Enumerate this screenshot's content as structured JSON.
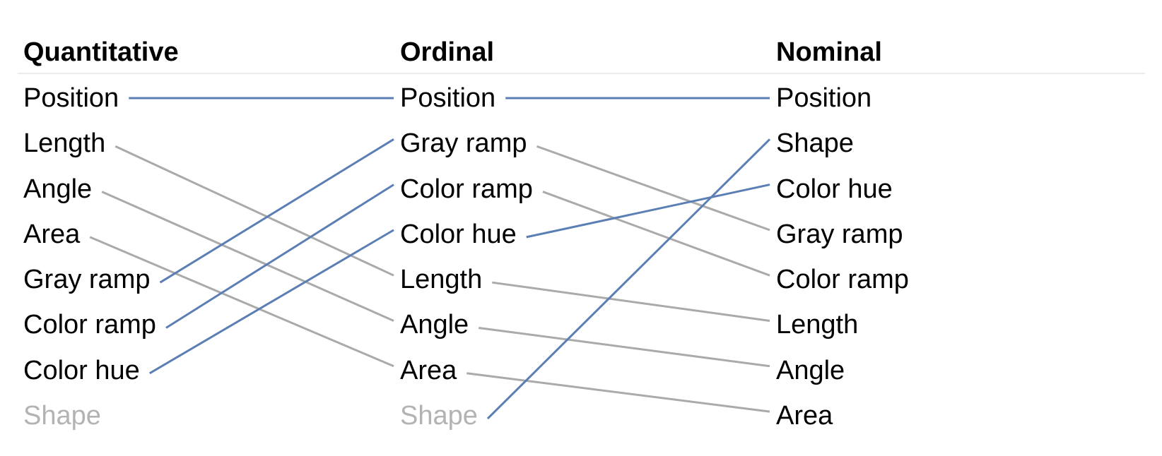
{
  "columns": [
    {
      "title": "Quantitative",
      "items": [
        {
          "label": "Position",
          "muted": false
        },
        {
          "label": "Length",
          "muted": false
        },
        {
          "label": "Angle",
          "muted": false
        },
        {
          "label": "Area",
          "muted": false
        },
        {
          "label": "Gray ramp",
          "muted": false
        },
        {
          "label": "Color ramp",
          "muted": false
        },
        {
          "label": "Color hue",
          "muted": false
        },
        {
          "label": "Shape",
          "muted": true
        }
      ]
    },
    {
      "title": "Ordinal",
      "items": [
        {
          "label": "Position",
          "muted": false
        },
        {
          "label": "Gray ramp",
          "muted": false
        },
        {
          "label": "Color ramp",
          "muted": false
        },
        {
          "label": "Color hue",
          "muted": false
        },
        {
          "label": "Length",
          "muted": false
        },
        {
          "label": "Angle",
          "muted": false
        },
        {
          "label": "Area",
          "muted": false
        },
        {
          "label": "Shape",
          "muted": true
        }
      ]
    },
    {
      "title": "Nominal",
      "items": [
        {
          "label": "Position",
          "muted": false
        },
        {
          "label": "Shape",
          "muted": false
        },
        {
          "label": "Color hue",
          "muted": false
        },
        {
          "label": "Gray ramp",
          "muted": false
        },
        {
          "label": "Color ramp",
          "muted": false
        },
        {
          "label": "Length",
          "muted": false
        },
        {
          "label": "Angle",
          "muted": false
        },
        {
          "label": "Area",
          "muted": false
        }
      ]
    }
  ],
  "connections": [
    {
      "from_col": 0,
      "from_row": 0,
      "to_col": 1,
      "to_row": 0,
      "color": "blue"
    },
    {
      "from_col": 0,
      "from_row": 1,
      "to_col": 1,
      "to_row": 4,
      "color": "gray"
    },
    {
      "from_col": 0,
      "from_row": 2,
      "to_col": 1,
      "to_row": 5,
      "color": "gray"
    },
    {
      "from_col": 0,
      "from_row": 3,
      "to_col": 1,
      "to_row": 6,
      "color": "gray"
    },
    {
      "from_col": 0,
      "from_row": 4,
      "to_col": 1,
      "to_row": 1,
      "color": "blue"
    },
    {
      "from_col": 0,
      "from_row": 5,
      "to_col": 1,
      "to_row": 2,
      "color": "blue"
    },
    {
      "from_col": 0,
      "from_row": 6,
      "to_col": 1,
      "to_row": 3,
      "color": "blue"
    },
    {
      "from_col": 1,
      "from_row": 0,
      "to_col": 2,
      "to_row": 0,
      "color": "blue"
    },
    {
      "from_col": 1,
      "from_row": 1,
      "to_col": 2,
      "to_row": 3,
      "color": "gray"
    },
    {
      "from_col": 1,
      "from_row": 2,
      "to_col": 2,
      "to_row": 4,
      "color": "gray"
    },
    {
      "from_col": 1,
      "from_row": 3,
      "to_col": 2,
      "to_row": 2,
      "color": "blue"
    },
    {
      "from_col": 1,
      "from_row": 4,
      "to_col": 2,
      "to_row": 5,
      "color": "gray"
    },
    {
      "from_col": 1,
      "from_row": 5,
      "to_col": 2,
      "to_row": 6,
      "color": "gray"
    },
    {
      "from_col": 1,
      "from_row": 6,
      "to_col": 2,
      "to_row": 7,
      "color": "gray"
    },
    {
      "from_col": 1,
      "from_row": 7,
      "to_col": 2,
      "to_row": 1,
      "color": "blue"
    }
  ],
  "colors": {
    "blue": "#5b7fb5",
    "gray": "#aaaaaa",
    "muted_text": "#b3b3b3"
  }
}
